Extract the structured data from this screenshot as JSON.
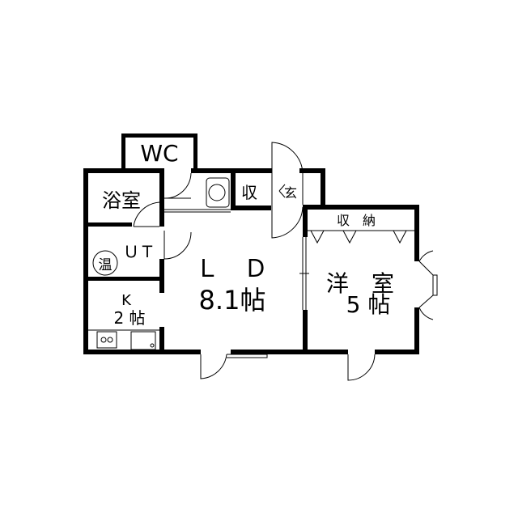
{
  "rooms": {
    "wc": "WC",
    "bath": "浴室",
    "utility": "ＵＴ",
    "water_heater": "温",
    "ld_name": "Ｌ　Ｄ",
    "ld_size": "8.1帖",
    "kitchen_name": "K",
    "kitchen_size": "2 帖",
    "western_name": "洋　室",
    "western_size": "5 帖",
    "closet_bedroom": "収　納",
    "closet_entry": "収",
    "entrance": "玄"
  }
}
